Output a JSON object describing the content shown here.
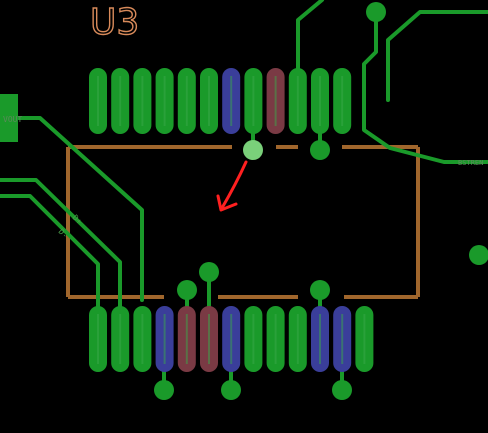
{
  "component": {
    "designator": "U3",
    "top_row_pins": [
      {
        "net": "signal",
        "color": "#1a9a2a"
      },
      {
        "net": "signal",
        "color": "#1a9a2a"
      },
      {
        "net": "signal",
        "color": "#1a9a2a"
      },
      {
        "net": "signal",
        "color": "#1a9a2a"
      },
      {
        "net": "signal",
        "color": "#1a9a2a"
      },
      {
        "net": "signal",
        "color": "#1a9a2a"
      },
      {
        "net": "highlight",
        "color": "#3a3e9a"
      },
      {
        "net": "signal",
        "color": "#1a9a2a"
      },
      {
        "net": "highlight-alt",
        "color": "#7a3a44"
      },
      {
        "net": "signal",
        "color": "#1a9a2a"
      },
      {
        "net": "signal",
        "color": "#1a9a2a"
      },
      {
        "net": "signal",
        "color": "#1a9a2a"
      }
    ],
    "bottom_row_pins": [
      {
        "net": "signal",
        "color": "#1a9a2a"
      },
      {
        "net": "signal",
        "color": "#1a9a2a"
      },
      {
        "net": "signal",
        "color": "#1a9a2a"
      },
      {
        "net": "highlight",
        "color": "#3a3e9a"
      },
      {
        "net": "highlight-alt",
        "color": "#7a3a44"
      },
      {
        "net": "highlight-alt",
        "color": "#7a3a44"
      },
      {
        "net": "highlight",
        "color": "#3a3e9a"
      },
      {
        "net": "signal",
        "color": "#1a9a2a"
      },
      {
        "net": "signal",
        "color": "#1a9a2a"
      },
      {
        "net": "signal",
        "color": "#1a9a2a"
      },
      {
        "net": "highlight",
        "color": "#3a3e9a"
      },
      {
        "net": "highlight",
        "color": "#3a3e9a"
      },
      {
        "net": "signal",
        "color": "#1a9a2a"
      }
    ]
  },
  "net_labels": {
    "left_pad": "VOUT",
    "right_pad": "BSTREN",
    "trace_a": "D+",
    "trace_b": "D-"
  },
  "annotation": {
    "type": "arrow",
    "color": "#ff2020"
  },
  "colors": {
    "background": "#000000",
    "silkscreen_outline": "#a0662c",
    "designator_text": "#d88a5a",
    "trace": "#1a9a2a",
    "via": "#1a9a2a",
    "via_highlight": "#7ad07a"
  }
}
